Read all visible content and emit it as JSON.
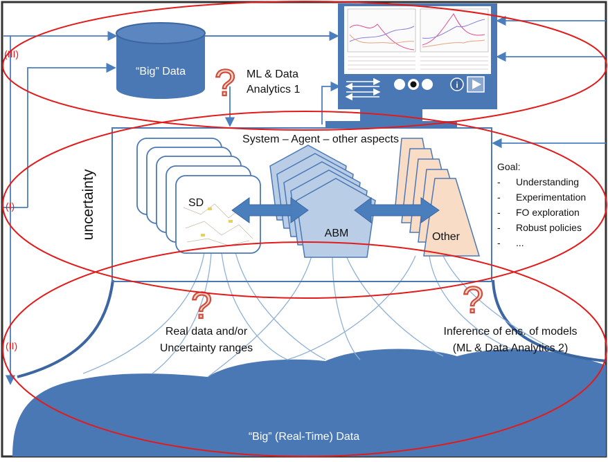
{
  "big_data_top": "“Big” Data",
  "ml_analytics_1": [
    "ML & Data",
    "Analytics 1"
  ],
  "system_agent": "System – Agent – other aspects",
  "uncertainty": "uncertainty",
  "models": {
    "sd": "SD",
    "abm": "ABM",
    "other": "Other"
  },
  "goal": {
    "title": "Goal:",
    "items": [
      "Understanding",
      "Experimentation",
      "FO exploration",
      "Robust policies",
      "..."
    ]
  },
  "levels": {
    "iii": "(III)",
    "i": "(I)",
    "ii": "(II)"
  },
  "real_data": [
    "Real data and/or",
    "Uncertainty ranges"
  ],
  "inference": [
    "Inference of ens. of models",
    "(ML & Data Analytics 2)"
  ],
  "big_data_bottom": "“Big” (Real-Time) Data",
  "question_mark": "?",
  "colors": {
    "blue": "#4a78b5",
    "light_blue": "#b9cde6",
    "peach": "#f9dcc6",
    "red": "#e21a1a",
    "arrow": "#4a7ebd"
  }
}
